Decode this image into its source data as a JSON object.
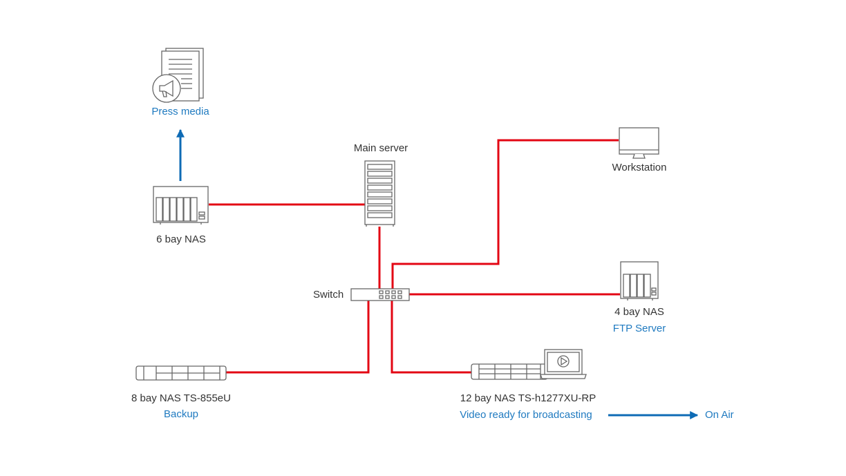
{
  "colors": {
    "link": "#e30613",
    "flow": "#0e6bb5",
    "device": "#666666",
    "text": "#333333",
    "accent_text": "#1f7ac0"
  },
  "nodes": {
    "press_media": {
      "label": "Press media",
      "icon": "document-megaphone-icon"
    },
    "main_server": {
      "label": "Main server",
      "icon": "rack-server-icon"
    },
    "workstation": {
      "label": "Workstation",
      "icon": "monitor-icon"
    },
    "nas6": {
      "label": "6 bay NAS",
      "icon": "tower-nas-icon"
    },
    "switch": {
      "label": "Switch",
      "icon": "switch-icon"
    },
    "nas4": {
      "label": "4 bay NAS",
      "role": "FTP Server",
      "icon": "tower-nas-icon"
    },
    "nas8": {
      "label": "8 bay NAS TS-855eU",
      "role": "Backup",
      "icon": "rackmount-nas-icon"
    },
    "nas12": {
      "label": "12 bay NAS TS-h1277XU-RP",
      "role": "Video ready for broadcasting",
      "icon": "rackmount-nas-laptop-icon"
    },
    "on_air": {
      "label": "On Air"
    }
  }
}
